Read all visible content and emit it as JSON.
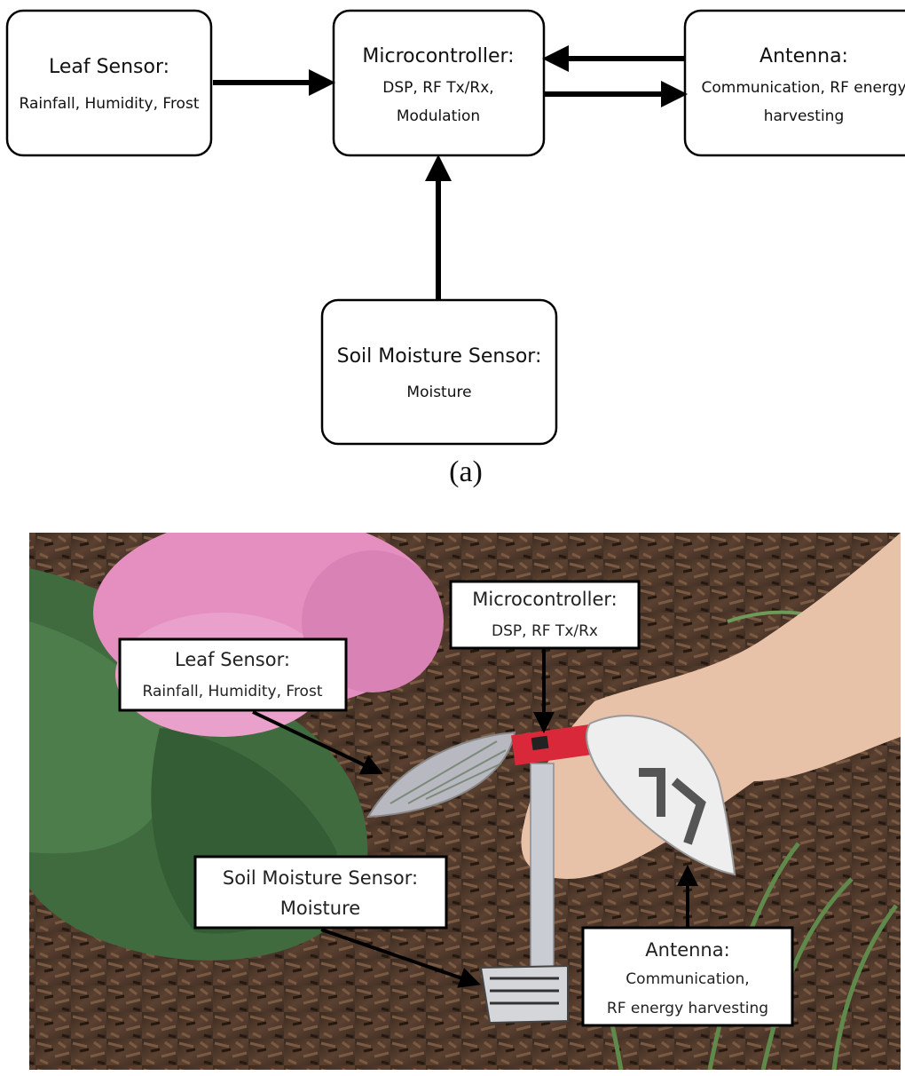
{
  "block_diagram": {
    "leaf_sensor": {
      "title": "Leaf Sensor:",
      "lines": [
        "Rainfall, Humidity, Frost"
      ]
    },
    "microcontroller": {
      "title": "Microcontroller:",
      "lines": [
        "DSP, RF Tx/Rx,",
        "Modulation"
      ]
    },
    "antenna": {
      "title": "Antenna:",
      "lines": [
        "Communication, RF energy",
        "harvesting"
      ]
    },
    "soil_sensor": {
      "title": "Soil Moisture Sensor:",
      "lines": [
        "Moisture"
      ]
    },
    "caption": "(a)"
  },
  "photo": {
    "leaf_sensor": {
      "title": "Leaf Sensor:",
      "lines": [
        "Rainfall, Humidity, Frost"
      ]
    },
    "microcontroller": {
      "title": "Microcontroller:",
      "lines": [
        "DSP, RF Tx/Rx"
      ]
    },
    "soil_sensor": {
      "title": "Soil Moisture Sensor:",
      "lines": [
        "Moisture"
      ]
    },
    "antenna": {
      "title": "Antenna:",
      "lines": [
        "Communication,",
        "RF energy harvesting"
      ]
    }
  },
  "colors": {
    "flower": "#e58fc0",
    "foliage": "#3f6b3e",
    "mulch": "#4a3426",
    "board": "#d8283a",
    "skin": "#e8c2a8"
  }
}
